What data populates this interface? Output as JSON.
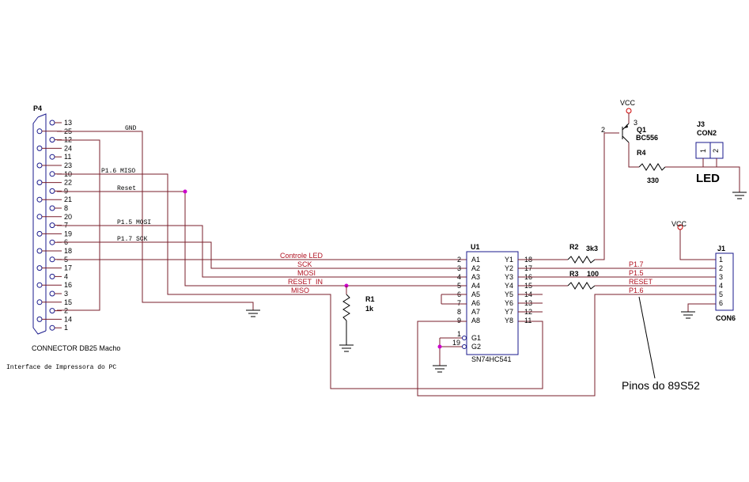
{
  "p4": {
    "ref": "P4",
    "pins": [
      "13",
      "25",
      "12",
      "24",
      "11",
      "23",
      "10",
      "22",
      "9",
      "21",
      "8",
      "20",
      "7",
      "19",
      "6",
      "18",
      "5",
      "17",
      "4",
      "16",
      "3",
      "15",
      "2",
      "14",
      "1"
    ],
    "name": "CONNECTOR DB25 Macho",
    "caption": "Interface de Impressora do PC"
  },
  "nets_left": {
    "gnd": "GND",
    "p16_miso": "P1.6 MISO",
    "reset": "Reset",
    "p15_mosi": "P1.5 MOSI",
    "p17_sck": "P1.7 SCK"
  },
  "nets_mid": {
    "controle_led": "Controle LED",
    "sck": "SCK",
    "mosi": "MOSI",
    "reset_in": "RESET_IN",
    "miso": "MISO"
  },
  "u1": {
    "ref": "U1",
    "part": "SN74HC541",
    "a_pin_numbers": [
      "2",
      "3",
      "4",
      "5",
      "6",
      "7",
      "8",
      "9"
    ],
    "a_pin_names": [
      "A1",
      "A2",
      "A3",
      "A4",
      "A5",
      "A6",
      "A7",
      "A8"
    ],
    "y_pin_numbers": [
      "18",
      "17",
      "16",
      "15",
      "14",
      "13",
      "12",
      "11"
    ],
    "y_pin_names": [
      "Y1",
      "Y2",
      "Y3",
      "Y4",
      "Y5",
      "Y6",
      "Y7",
      "Y8"
    ],
    "g_pin_numbers": [
      "1",
      "19"
    ],
    "g_pin_names": [
      "G1",
      "G2"
    ]
  },
  "r1": {
    "ref": "R1",
    "value": "1k"
  },
  "r2": {
    "ref": "R2",
    "value": "3k3"
  },
  "r3": {
    "ref": "R3",
    "value": "100"
  },
  "r4": {
    "ref": "R4",
    "value": "330"
  },
  "q1": {
    "ref": "Q1",
    "part": "BC556",
    "pin_base": "2",
    "pin_emitter": "3",
    "vcc": "VCC"
  },
  "j3": {
    "ref": "J3",
    "part": "CON2",
    "pins": [
      "1",
      "2"
    ]
  },
  "led_label": "LED",
  "j1": {
    "ref": "J1",
    "part": "CON6",
    "pins": [
      "1",
      "2",
      "3",
      "4",
      "5",
      "6"
    ],
    "vcc": "VCC"
  },
  "nets_right": {
    "p17": "P1.7",
    "p15": "P1.5",
    "reset": "RESET_",
    "p16": "P1.6"
  },
  "pinos_label": "Pinos do 89S52"
}
